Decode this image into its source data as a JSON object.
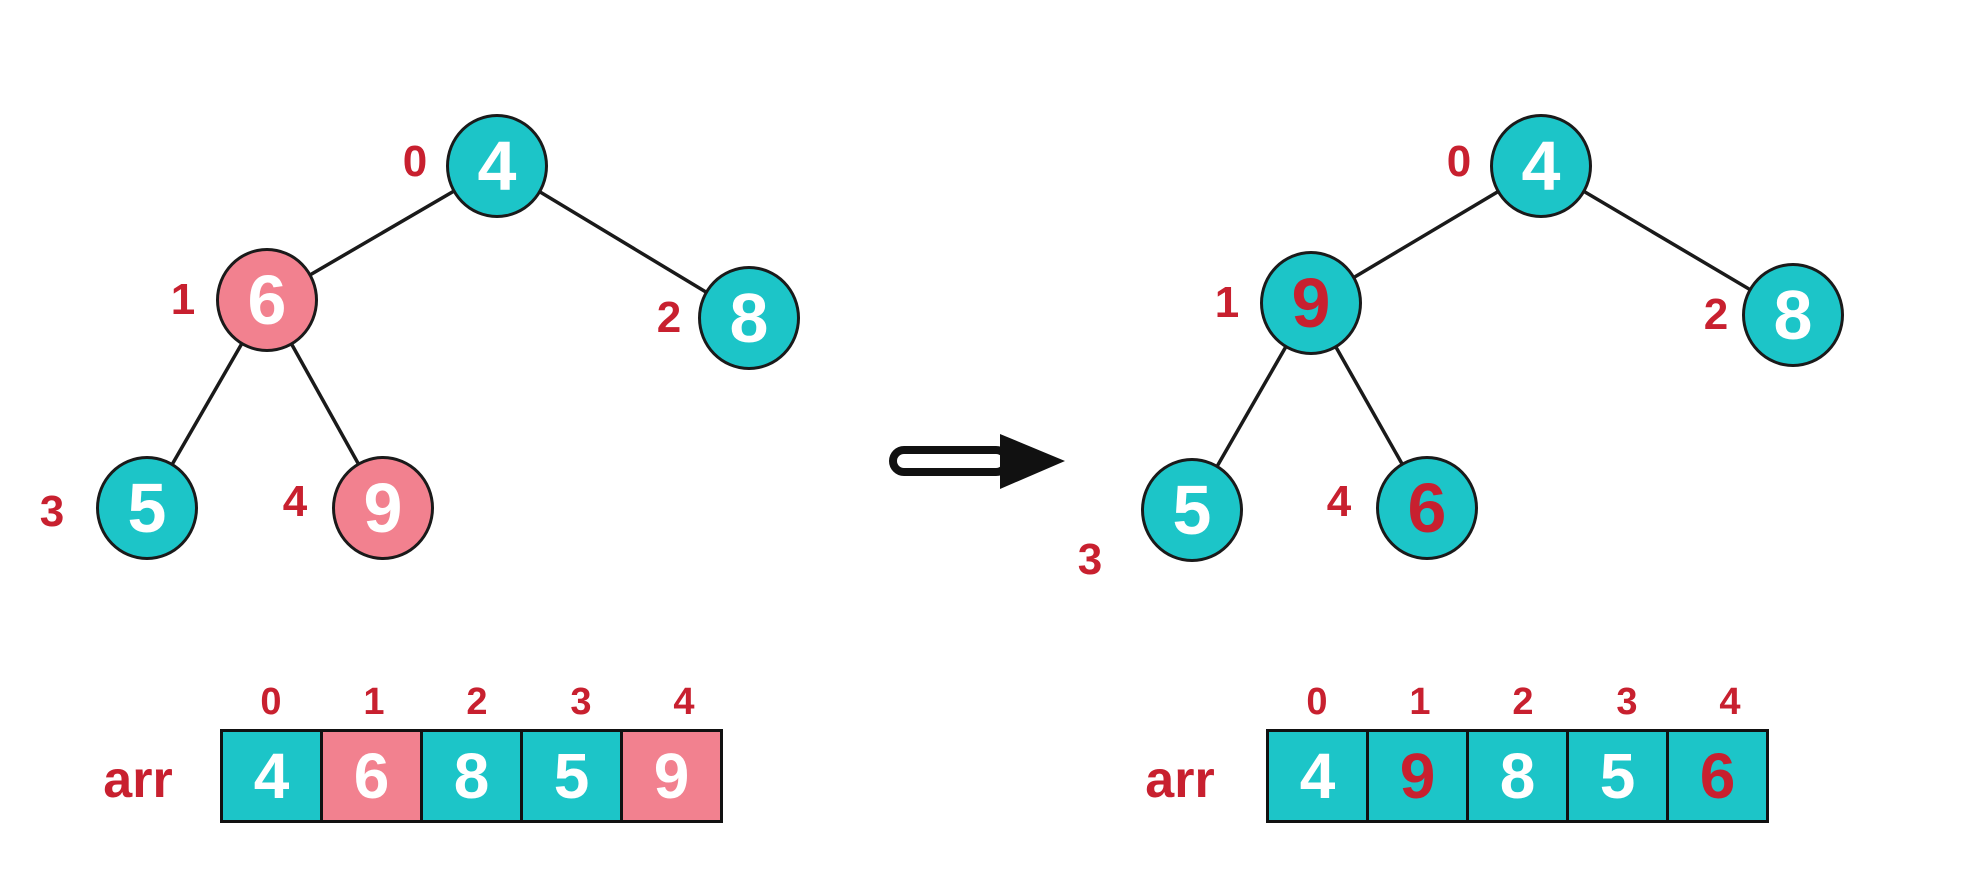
{
  "colors": {
    "node_fill_teal": "#1cc5c8",
    "node_fill_pink": "#f2818f",
    "accent_red": "#c8202f",
    "outline_black": "#1a1a1a",
    "value_white": "#ffffff"
  },
  "before": {
    "tree": {
      "nodes": [
        {
          "index": "0",
          "value": "4",
          "highlight": false,
          "value_color": "white"
        },
        {
          "index": "1",
          "value": "6",
          "highlight": true,
          "value_color": "white"
        },
        {
          "index": "2",
          "value": "8",
          "highlight": false,
          "value_color": "white"
        },
        {
          "index": "3",
          "value": "5",
          "highlight": false,
          "value_color": "white"
        },
        {
          "index": "4",
          "value": "9",
          "highlight": true,
          "value_color": "white"
        }
      ],
      "edges": [
        "0-1",
        "0-2",
        "1-3",
        "1-4"
      ]
    },
    "array": {
      "label": "arr",
      "indices": [
        "0",
        "1",
        "2",
        "3",
        "4"
      ],
      "cells": [
        {
          "value": "4",
          "fill": "teal",
          "value_color": "white"
        },
        {
          "value": "6",
          "fill": "pink",
          "value_color": "white"
        },
        {
          "value": "8",
          "fill": "teal",
          "value_color": "white"
        },
        {
          "value": "5",
          "fill": "teal",
          "value_color": "white"
        },
        {
          "value": "9",
          "fill": "pink",
          "value_color": "white"
        }
      ]
    }
  },
  "after": {
    "tree": {
      "nodes": [
        {
          "index": "0",
          "value": "4",
          "highlight": false,
          "value_color": "white"
        },
        {
          "index": "1",
          "value": "9",
          "highlight": false,
          "value_color": "red"
        },
        {
          "index": "2",
          "value": "8",
          "highlight": false,
          "value_color": "white"
        },
        {
          "index": "3",
          "value": "5",
          "highlight": false,
          "value_color": "white"
        },
        {
          "index": "4",
          "value": "6",
          "highlight": false,
          "value_color": "red"
        }
      ],
      "edges": [
        "0-1",
        "0-2",
        "1-3",
        "1-4"
      ]
    },
    "array": {
      "label": "arr",
      "indices": [
        "0",
        "1",
        "2",
        "3",
        "4"
      ],
      "cells": [
        {
          "value": "4",
          "fill": "teal",
          "value_color": "white"
        },
        {
          "value": "9",
          "fill": "teal",
          "value_color": "red"
        },
        {
          "value": "8",
          "fill": "teal",
          "value_color": "white"
        },
        {
          "value": "5",
          "fill": "teal",
          "value_color": "white"
        },
        {
          "value": "6",
          "fill": "teal",
          "value_color": "red"
        }
      ]
    }
  },
  "arrow": {
    "direction": "right"
  }
}
